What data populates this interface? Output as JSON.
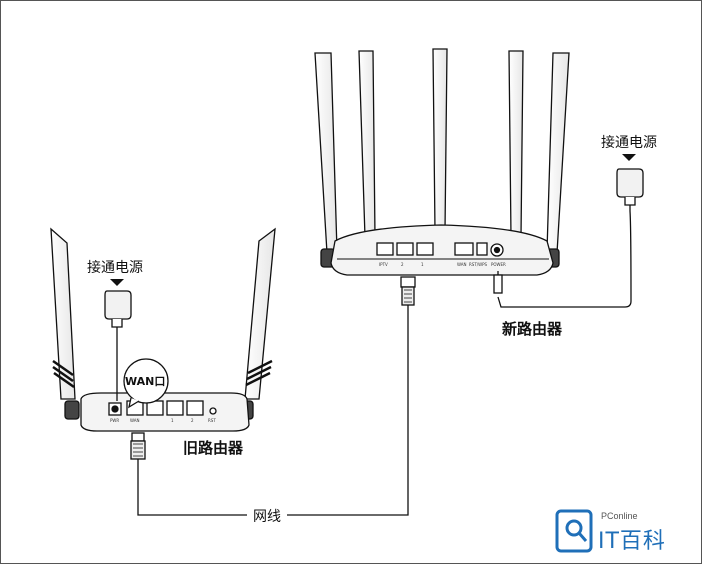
{
  "labels": {
    "power_left": "接通电源",
    "power_right": "接通电源",
    "old_router": "旧路由器",
    "new_router": "新路由器",
    "cable": "网线",
    "wan_port": "WAN口"
  },
  "logo": {
    "site": "PConline",
    "name": "IT百科"
  },
  "colors": {
    "line": "#111111",
    "brand": "#1f6fb8"
  }
}
